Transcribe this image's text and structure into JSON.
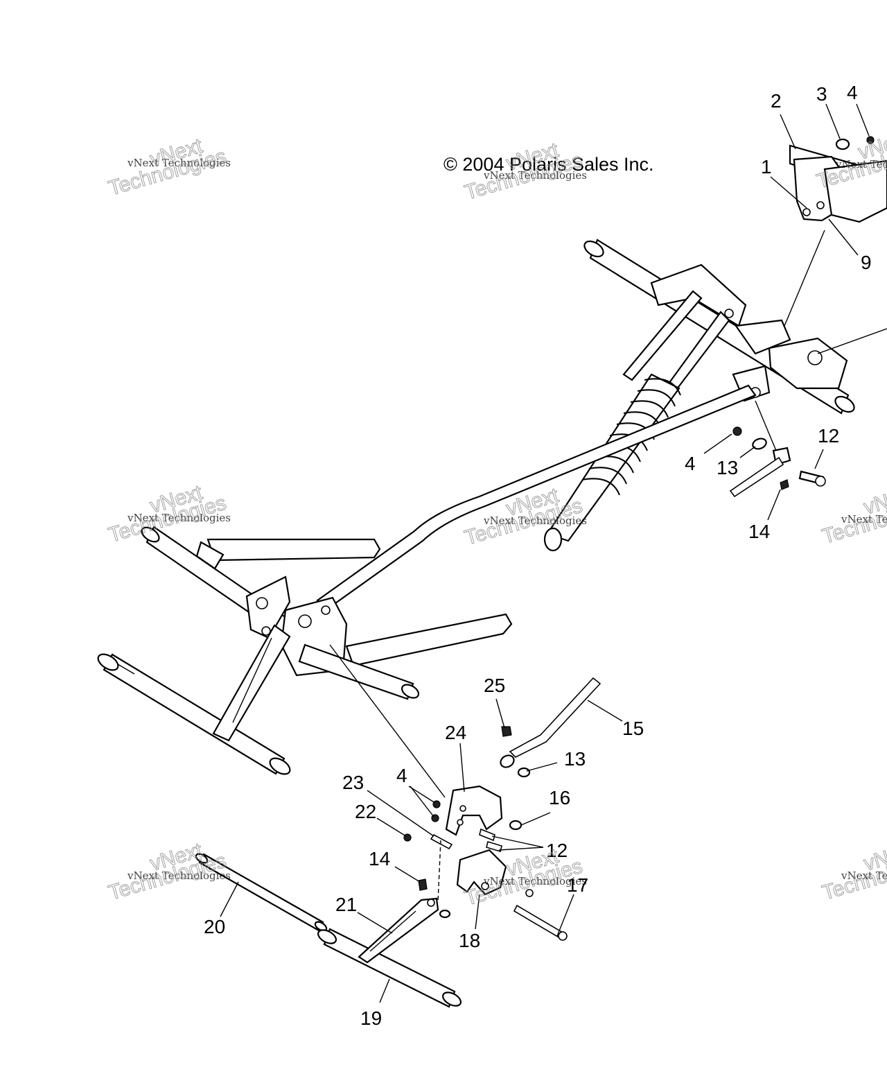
{
  "copyright": "© 2004 Polaris Sales Inc.",
  "watermark": {
    "small": "vNext Technologies",
    "brand_top": "vNext",
    "brand_bottom": "Technologies"
  },
  "callouts": {
    "c1": "1",
    "c2": "2",
    "c3": "3",
    "c4a": "4",
    "c9": "9",
    "c4b": "4",
    "c13a": "13",
    "c12a": "12",
    "c14a": "14",
    "c25": "25",
    "c15": "15",
    "c24": "24",
    "c13b": "13",
    "c23": "23",
    "c4c": "4",
    "c16": "16",
    "c22": "22",
    "c12b": "12",
    "c14b": "14",
    "c17": "17",
    "c21": "21",
    "c20": "20",
    "c18": "18",
    "c19": "19"
  }
}
